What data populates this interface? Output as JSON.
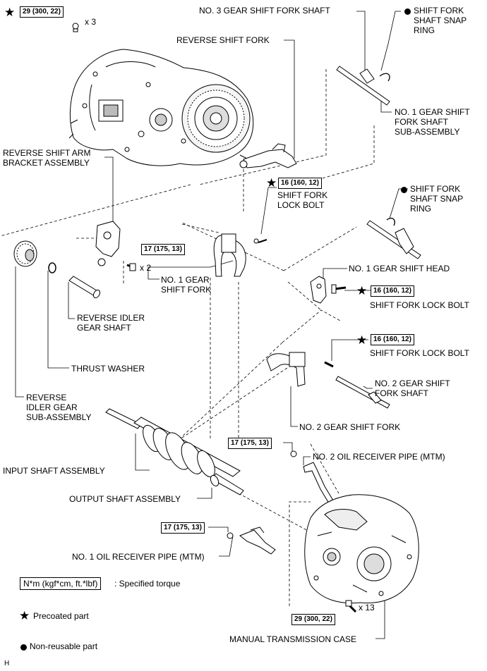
{
  "parts": {
    "no3_fork_shaft": "NO. 3 GEAR SHIFT FORK SHAFT",
    "snap_ring_top": "SHIFT FORK\nSHAFT SNAP\nRING",
    "reverse_shift_fork": "REVERSE SHIFT FORK",
    "no1_fork_shaft": "NO. 1 GEAR SHIFT\nFORK SHAFT\nSUB-ASSEMBLY",
    "reverse_arm_bracket": "REVERSE SHIFT ARM\nBRACKET ASSEMBLY",
    "lock_bolt_1": "SHIFT FORK\nLOCK BOLT",
    "snap_ring_mid": "SHIFT FORK\nSHAFT SNAP\nRING",
    "no1_shift_fork": "NO. 1 GEAR\nSHIFT FORK",
    "no1_shift_head": "NO. 1 GEAR SHIFT HEAD",
    "lock_bolt_2": "SHIFT FORK LOCK BOLT",
    "reverse_idler_shaft": "REVERSE IDLER\nGEAR SHAFT",
    "lock_bolt_3": "SHIFT FORK LOCK BOLT",
    "thrust_washer": "THRUST WASHER",
    "no2_fork_shaft": "NO. 2 GEAR SHIFT\nFORK SHAFT",
    "reverse_idler_gear": "REVERSE\nIDLER GEAR\nSUB-ASSEMBLY",
    "no2_shift_fork": "NO. 2 GEAR SHIFT FORK",
    "no2_oil_pipe": "NO. 2 OIL RECEIVER PIPE (MTM)",
    "input_shaft": "INPUT SHAFT ASSEMBLY",
    "output_shaft": "OUTPUT SHAFT ASSEMBLY",
    "no1_oil_pipe": "NO. 1 OIL RECEIVER PIPE (MTM)",
    "trans_case": "MANUAL TRANSMISSION CASE"
  },
  "torques": {
    "t1": "29 (300, 22)",
    "t2": "16 (160, 12)",
    "t3": "17 (175, 13)",
    "t4": "16 (160, 12)",
    "t5": "16 (160, 12)",
    "t6": "17 (175, 13)",
    "t7": "17 (175, 13)",
    "t8": "29 (300, 22)"
  },
  "quantities": {
    "q1": "x 3",
    "q2": "x 2",
    "q3": "x 13"
  },
  "symbols": {
    "star": "★"
  },
  "legend": {
    "box_text": "N*m (kgf*cm, ft.*lbf)",
    "box_desc": ": Specified torque",
    "precoated": "Precoated part",
    "non_reusable": "Non-reusable part"
  },
  "figure_code": "H"
}
